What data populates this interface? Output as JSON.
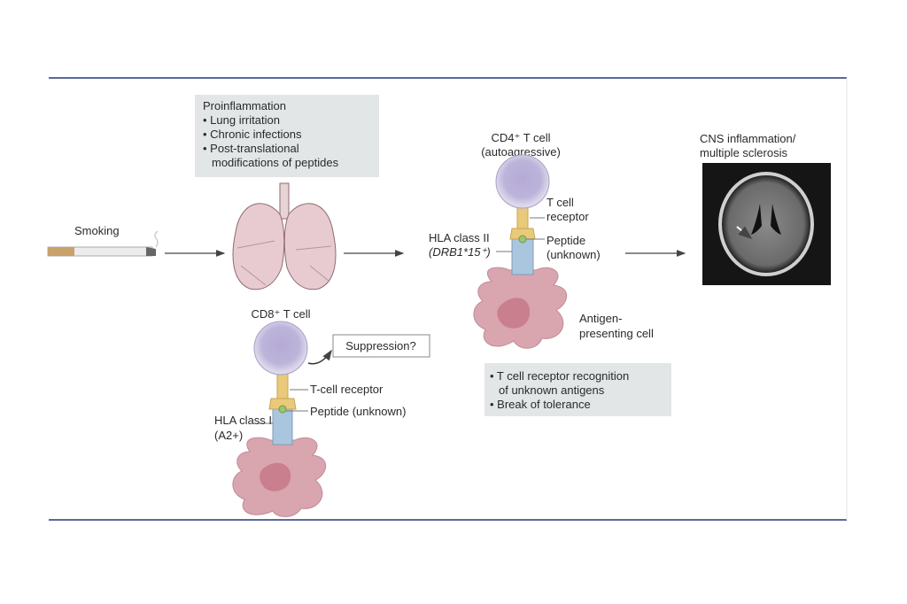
{
  "proinflammation": {
    "title": "Proinflammation",
    "items": [
      "• Lung irritation",
      "• Chronic infections",
      "• Post-translational",
      "  modifications of peptides"
    ]
  },
  "smoking": {
    "label": "Smoking"
  },
  "cd4": {
    "title": "CD4⁺ T cell",
    "subtitle": "(autoagressive)",
    "tcr_1": "T cell",
    "tcr_2": "receptor",
    "hla_1": "HLA class II",
    "hla_2": "(DRB1*15⁺)",
    "peptide_1": "Peptide",
    "peptide_2": "(unknown)",
    "apc_1": "Antigen-",
    "apc_2": "presenting cell"
  },
  "recognition": {
    "items": [
      "• T cell receptor recognition",
      "  of unknown antigens",
      "• Break of tolerance"
    ]
  },
  "cns": {
    "title_1": "CNS inflammation/",
    "title_2": "multiple sclerosis"
  },
  "cd8": {
    "title": "CD8⁺ T cell",
    "suppression": "Suppression?",
    "tcr": "T-cell receptor",
    "peptide": "Peptide (unknown)",
    "hla_1": "HLA class I",
    "hla_2": "(A2+)"
  },
  "colors": {
    "rule": "#5a6a9a",
    "box": "#e3e6e6",
    "tcell": "#c9c3dd",
    "apc": "#d9a5ae",
    "hla": "#a9c6de",
    "tcr": "#e9c97a"
  }
}
